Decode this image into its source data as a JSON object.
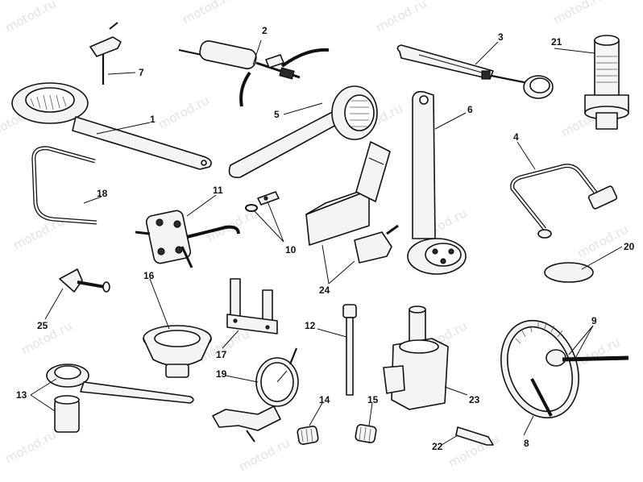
{
  "watermark": "motod.ru",
  "callouts": [
    "1",
    "2",
    "3",
    "4",
    "5",
    "6",
    "7",
    "8",
    "9",
    "10",
    "11",
    "12",
    "13",
    "14",
    "15",
    "16",
    "17",
    "18",
    "19",
    "20",
    "21",
    "22",
    "23",
    "24",
    "25"
  ]
}
